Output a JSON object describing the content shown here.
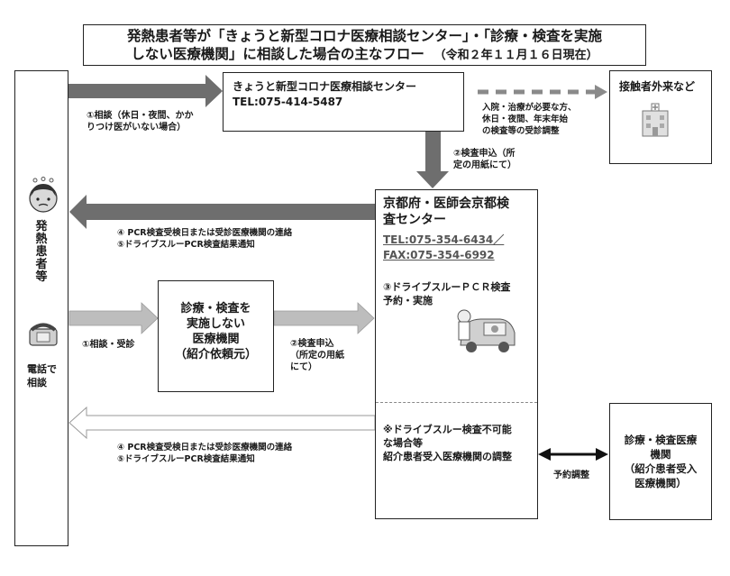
{
  "title": {
    "line1": "発熱患者等が「きょうと新型コロナ医療相談センター」・「診療・検査を実施",
    "line2": "しない医療機関」に相談した場合の主なフロー",
    "date": "（令和２年１１月１６日現在）"
  },
  "patient": {
    "label": "発熱患者等",
    "phone_label_1": "電話で",
    "phone_label_2": "相談"
  },
  "center": {
    "name": "きょうと新型コロナ医療相談センター",
    "tel": "TEL:075-414-5487"
  },
  "outpatient": {
    "name": "接触者外来など"
  },
  "kyoto_center": {
    "name_1": "京都府・医師会京都検",
    "name_2": "査センター",
    "tel": "TEL:075-354-6434／",
    "fax": "FAX:075-354-6992",
    "drive_1": "③ドライブスルーＰＣＲ検査",
    "drive_2": "予約・実施",
    "note_1": "※ドライブスルー検査不可能",
    "note_2": "な場合等",
    "note_3": "紹介患者受入医療機関の調整"
  },
  "clinic": {
    "line1": "診療・検査を",
    "line2": "実施しない",
    "line3": "医療機関",
    "line4": "（紹介依頼元）"
  },
  "exam": {
    "line1": "診療・検査医療",
    "line2": "機関",
    "line3": "（紹介患者受入",
    "line4": "医療機関）"
  },
  "labels": {
    "consult_1": "①相談（休日・夜間、かか",
    "consult_2": "りつけ医がいない場合）",
    "transfer_1": "入院・治療が必要な方、",
    "transfer_2": "休日・夜間、年末年始",
    "transfer_3": "の検査等の受診調整",
    "apply_1": "②検査申込（所",
    "apply_2": "定の用紙にて）",
    "notify_a1": "④ PCR検査受検日または受診医療機関の連絡",
    "notify_a2": "⑤ドライブスルーPCR検査結果通知",
    "consult_clinic": "①相談・受診",
    "apply_clinic_1": "②検査申込",
    "apply_clinic_2": "（所定の用紙",
    "apply_clinic_3": "にて）",
    "notify_b1": "④ PCR検査受検日または受診医療機関の連絡",
    "notify_b2": "⑤ドライブスルーPCR検査結果通知",
    "reserve": "予約調整"
  },
  "colors": {
    "arrow_dark": "#707070",
    "arrow_light": "#bdbdbd",
    "dash": "#8a8a8a"
  }
}
